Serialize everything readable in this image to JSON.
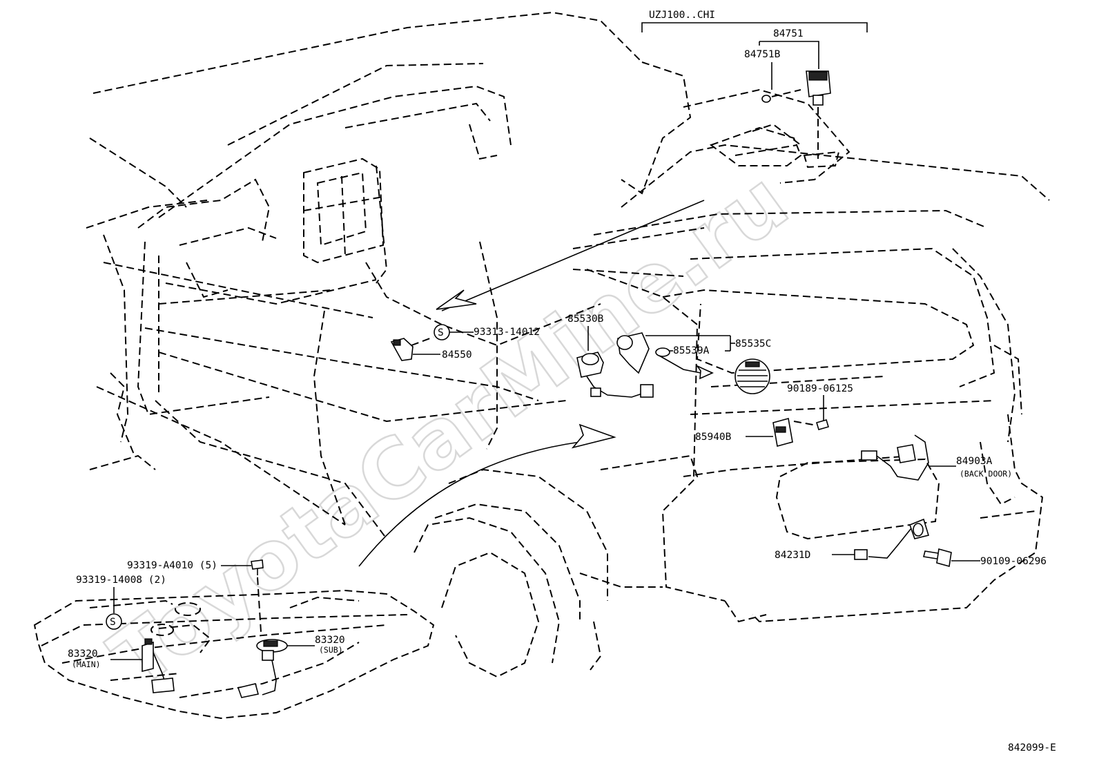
{
  "diagram": {
    "variant_label": "UZJ100..CHI",
    "figure_code": "842099-E",
    "watermark": "ToyotaCarMine.ru",
    "parts": {
      "p84751": "84751",
      "p84751B": "84751B",
      "p93313": "93313-14012",
      "p84550": "84550",
      "p85530B": "85530B",
      "p85539A": "85539A",
      "p85535C": "85535C",
      "p90189": "90189-06125",
      "p85940B": "85940B",
      "p84903A": "84903A",
      "p84903A_note": "(BACK DOOR)",
      "p84231D": "84231D",
      "p90109": "90109-06296",
      "p93319_A4010": "93319-A4010 (5)",
      "p93319_14008": "93319-14008 (2)",
      "p83320_main": "83320",
      "p83320_main_note": "(MAIN)",
      "p83320_sub": "83320",
      "p83320_sub_note": "(SUB)"
    },
    "symbols": {
      "s_marker_1": "S",
      "s_marker_2": "S"
    }
  }
}
